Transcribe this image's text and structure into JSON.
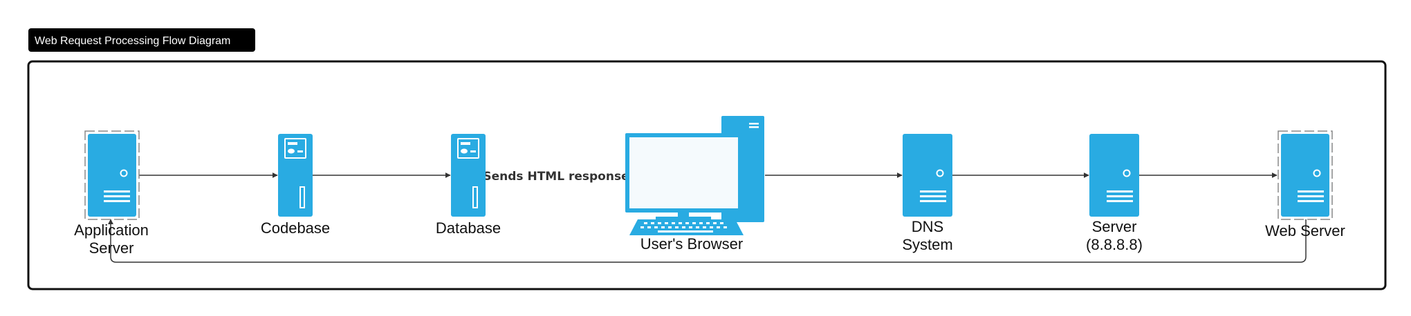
{
  "diagram": {
    "title": "Web Request Processing Flow Diagram",
    "colors": {
      "accent": "#29abe2",
      "frame": "#111111",
      "edge": "#333333",
      "title_bg": "#000000",
      "screen": "#f5fafd"
    },
    "nodes": {
      "app_server": {
        "label": [
          "Application",
          "Server"
        ],
        "icon": "server-icon"
      },
      "codebase": {
        "label": [
          "Codebase"
        ],
        "icon": "file-server-icon"
      },
      "database": {
        "label": [
          "Database"
        ],
        "icon": "file-server-icon"
      },
      "browser": {
        "label": [
          "User's Browser"
        ],
        "icon": "desktop-computer-icon"
      },
      "dns": {
        "label": [
          "DNS",
          "System"
        ],
        "icon": "server-icon"
      },
      "server_888": {
        "label": [
          "Server",
          "(8.8.8.8)"
        ],
        "icon": "server-icon"
      },
      "web_server": {
        "label": [
          "Web Server"
        ],
        "icon": "server-icon"
      }
    },
    "edges": {
      "app_to_codebase": {
        "label": ""
      },
      "codebase_to_database": {
        "label": ""
      },
      "database_to_browser": {
        "label": "Sends HTML response"
      },
      "browser_to_dns": {
        "label": ""
      },
      "dns_to_server": {
        "label": ""
      },
      "server_to_web": {
        "label": ""
      },
      "web_to_app": {
        "label": ""
      }
    }
  }
}
